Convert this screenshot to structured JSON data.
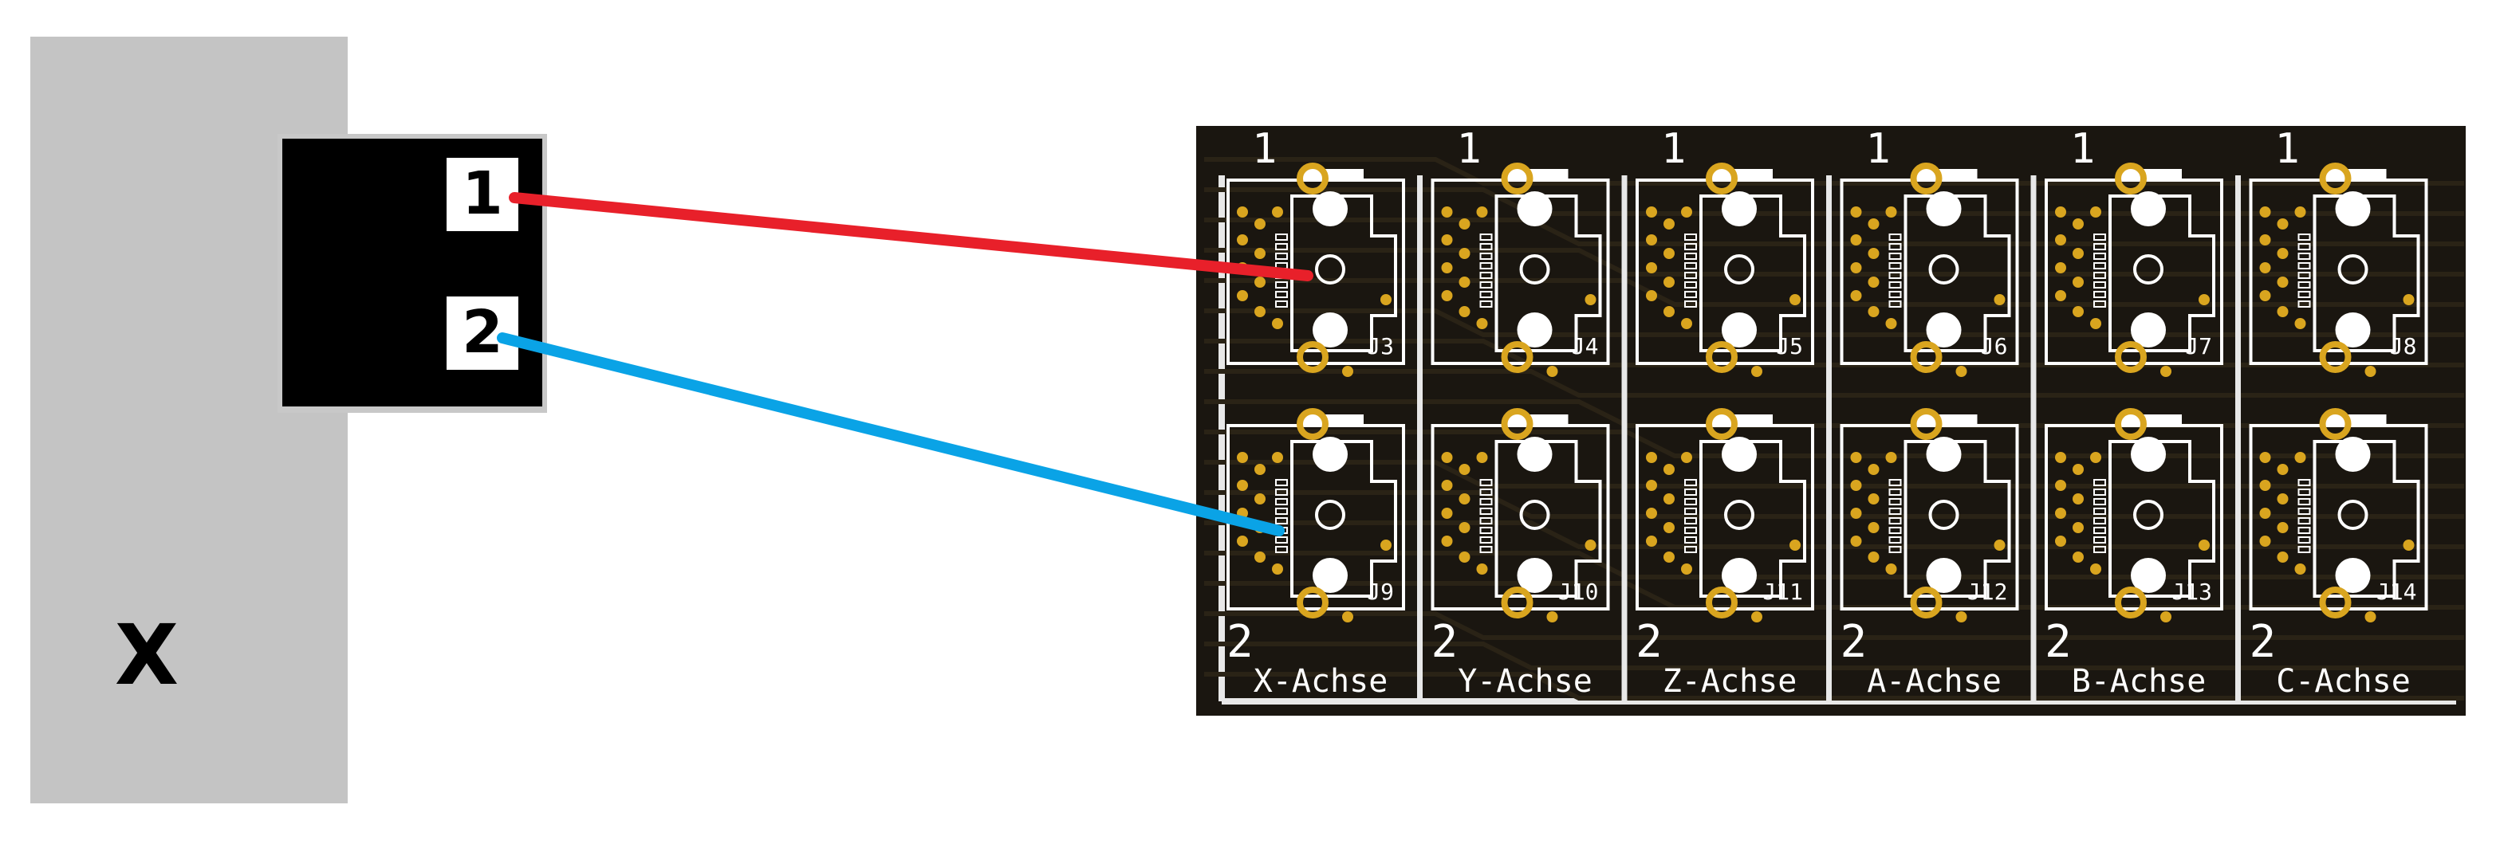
{
  "left_device": {
    "label": "X",
    "connector_pins": [
      "1",
      "2"
    ]
  },
  "wires": [
    {
      "from_pin": "1",
      "to": "J3",
      "color": "#e8202a"
    },
    {
      "from_pin": "2",
      "to": "J9",
      "color": "#0aa3e6"
    }
  ],
  "board": {
    "background": "#1a1610",
    "copper": "#d9a51f",
    "connector_top_row": [
      "J3",
      "J4",
      "J5",
      "J6",
      "J7",
      "J8"
    ],
    "connector_bottom_row": [
      "J9",
      "J10",
      "J11",
      "J12",
      "J13",
      "J14"
    ],
    "axis_labels": [
      "X-Achse",
      "Y-Achse",
      "Z-Achse",
      "A-Achse",
      "B-Achse",
      "C-Achse"
    ],
    "pin_mark_top": "1",
    "pin_mark_bottom": "2"
  }
}
